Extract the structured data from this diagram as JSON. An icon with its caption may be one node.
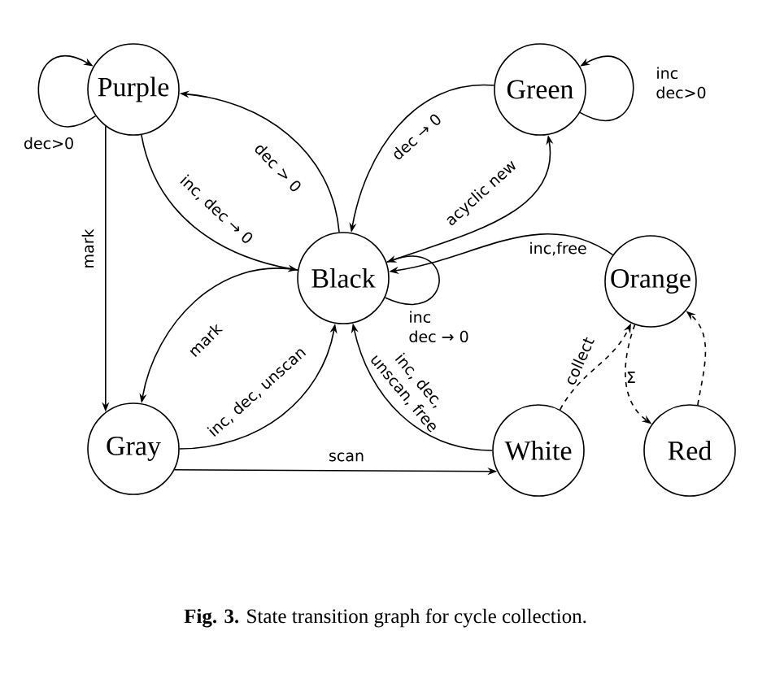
{
  "diagram": {
    "caption": "**Fig. 3.** State transition graph for cycle collection.",
    "nodes": [
      {
        "text": [
          "Purple"
        ]
      },
      {
        "text": [
          "Green"
        ]
      },
      {
        "text": [
          "Black"
        ]
      },
      {
        "text": [
          "Orange"
        ]
      },
      {
        "text": [
          "Gray"
        ]
      },
      {
        "text": [
          "White"
        ]
      },
      {
        "text": [
          "Red"
        ]
      }
    ],
    "edges": [
      {
        "from": 0,
        "to": 0,
        "arrow": "to",
        "label": "dec>0"
      },
      {
        "from": 0,
        "to": 2,
        "arrow": "to",
        "label": "inc, dec → 0"
      },
      {
        "from": 2,
        "to": 0,
        "arrow": "to",
        "label": "dec > 0"
      },
      {
        "from": 1,
        "to": 2,
        "arrow": "to",
        "label": "dec → 0"
      },
      {
        "from": 2,
        "to": 1,
        "arrow": "to",
        "label": "acyclic new"
      },
      {
        "from": 1,
        "to": 1,
        "arrow": "to",
        "label": "inc dec>0"
      },
      {
        "from": 3,
        "to": 2,
        "arrow": "to",
        "label": "inc,free"
      },
      {
        "from": 2,
        "to": 2,
        "arrow": "to",
        "label": "inc dec → 0"
      },
      {
        "from": 0,
        "to": 4,
        "arrow": "to",
        "label": "mark"
      },
      {
        "from": 2,
        "to": 4,
        "arrow": "to",
        "label": "mark"
      },
      {
        "from": 4,
        "to": 2,
        "arrow": "to",
        "label": "inc, dec, unscan"
      },
      {
        "from": 5,
        "to": 2,
        "arrow": "to",
        "label": "inc, dec, unscan, free"
      },
      {
        "from": 4,
        "to": 5,
        "arrow": "to",
        "label": "scan"
      },
      {
        "from": 5,
        "to": 3,
        "arrow": "to",
        "label": "collect",
        "style": "dashed"
      },
      {
        "from": 3,
        "to": 6,
        "arrow": "to",
        "label": "Σ",
        "style": "dashed"
      },
      {
        "from": 6,
        "to": 3,
        "arrow": "to",
        "style": "dashed"
      }
    ]
  }
}
